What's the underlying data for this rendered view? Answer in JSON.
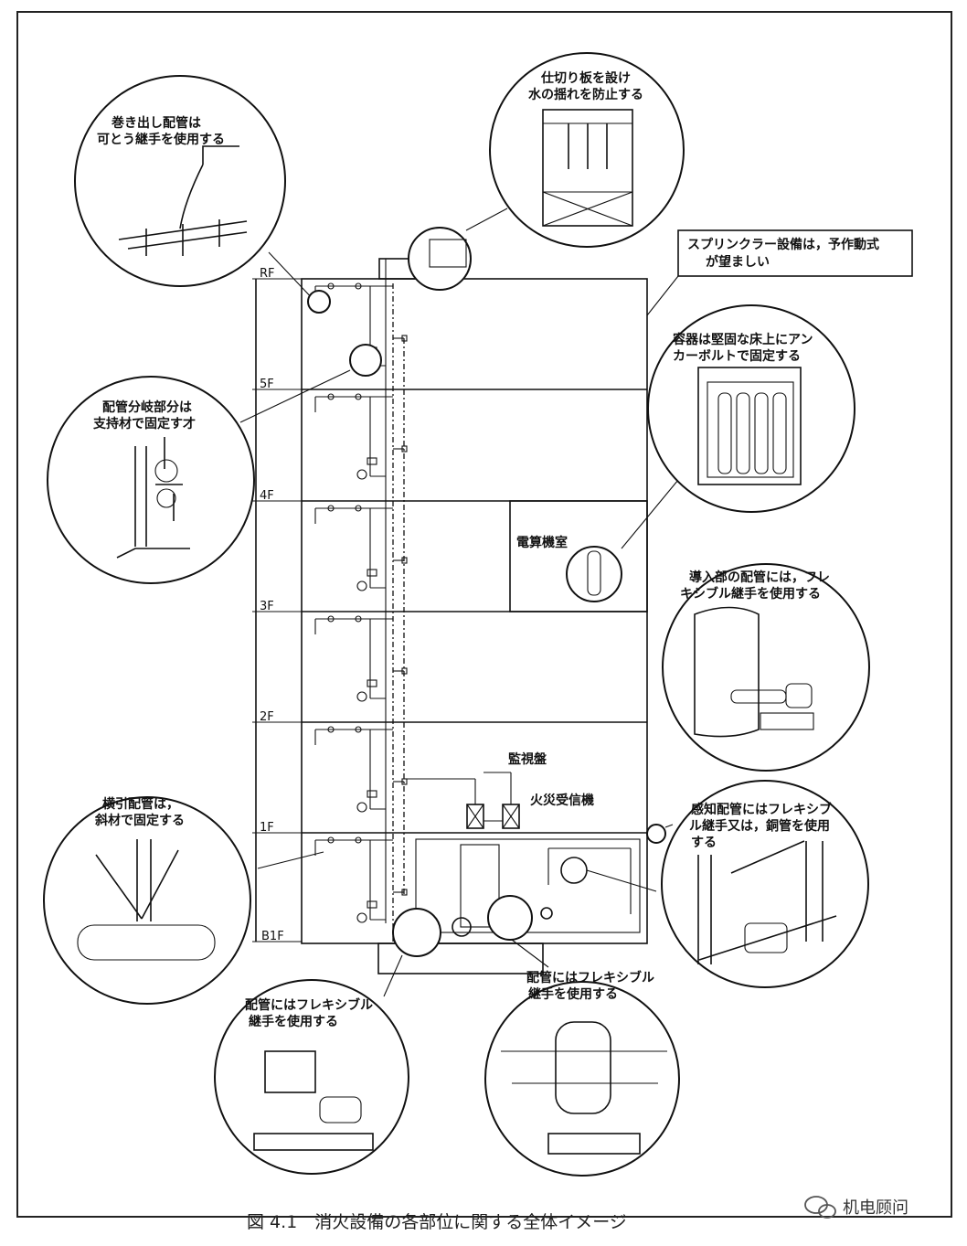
{
  "figure": {
    "caption": "図 4.1　消火設備の各部位に関する全体イメージ",
    "watermark": "机电顾问"
  },
  "floors": [
    "RF",
    "5F",
    "4F",
    "3F",
    "2F",
    "1F",
    "B1F"
  ],
  "rooms": {
    "computer_room": "電算機室",
    "monitor_panel": "監視盤",
    "fire_receiver": "火災受信機"
  },
  "callouts": {
    "flex_joint_roll_out": [
      "巻き出し配管は",
      "可とう継手を使用する"
    ],
    "tank_partition": [
      "仕切り板を設け",
      "水の揺れを防止する"
    ],
    "sprinkler": [
      "スプリンクラー設備は，予作動式",
      "が望ましい"
    ],
    "container_anchor": [
      "容器は堅固な床上にアン",
      "カーボルトで固定する"
    ],
    "branch_support": [
      "配管分岐部分は",
      "支持材で固定す才"
    ],
    "inlet_flex": [
      "導入部の配管には，フレ",
      "キシブル継手を使用する"
    ],
    "horizontal_pipe": [
      "横引配管は，",
      "斜材で固定する"
    ],
    "sensing_pipe": [
      "感知配管にはフレキシブ",
      "ル継手又は，銅管を使用",
      "する"
    ],
    "pump_flex": [
      "配管にはフレキシブル",
      "継手を使用する"
    ],
    "tank_flex": [
      "配管にはフレキシブル",
      "継手を使用する"
    ]
  }
}
